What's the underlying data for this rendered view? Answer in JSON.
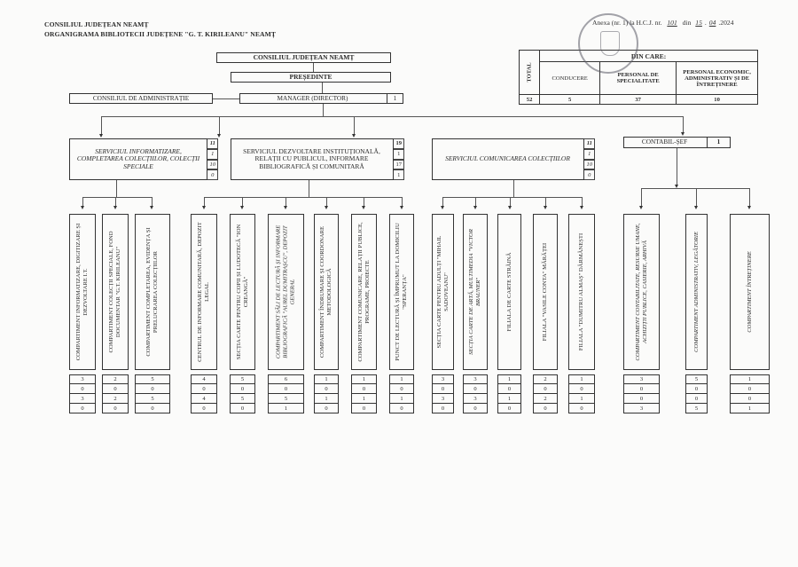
{
  "header": {
    "line1": "CONSILIUL JUDEȚEAN NEAMȚ",
    "line2": "ORGANIGRAMA BIBLIOTECII JUDEȚENE \"G. T. KIRILEANU\" NEAMȚ"
  },
  "annex": {
    "prefix": "Anexa (nr. 1) la H.C.J. nr.",
    "hcj_number": "101",
    "din_label": "din",
    "day": "15",
    "month": "04",
    "year": "2024"
  },
  "stamp": {
    "text": "ROMÂNIA · CONSILIUL JUDEȚEAN NEAMȚ"
  },
  "summary_table": {
    "total_label": "TOTAL",
    "din_care_label": "DIN CARE:",
    "columns": [
      "CONDUCERE",
      "PERSONAL DE SPECIALITATE",
      "PERSONAL ECONOMIC, ADMINISTRATIV ȘI DE ÎNTREȚINERE"
    ],
    "total": "52",
    "values": [
      "5",
      "37",
      "10"
    ]
  },
  "top": {
    "council": "CONSILIUL JUDEȚEAN NEAMȚ",
    "president": "PREȘEDINTE",
    "admin_board": "CONSILIUL DE ADMINISTRAȚIE",
    "manager": "MANAGER (DIRECTOR)",
    "manager_count": "1"
  },
  "services": [
    {
      "name": "SERVICIUL INFORMATIZARE, COMPLETAREA COLECȚIILOR, COLECȚII SPECIALE",
      "counts": [
        "11",
        "1",
        "10",
        "0"
      ]
    },
    {
      "name": "SERVICIUL DEZVOLTARE INSTITUȚIONALĂ, RELAȚII CU PUBLICUL, INFORMARE BIBLIOGRAFICĂ ȘI COMUNITARĂ",
      "counts": [
        "19",
        "1",
        "17",
        "1"
      ]
    },
    {
      "name": "SERVICIUL COMUNICAREA COLECȚIILOR",
      "counts": [
        "11",
        "1",
        "10",
        "0"
      ]
    },
    {
      "name": "CONTABIL-ȘEF",
      "counts": [
        "1"
      ]
    }
  ],
  "compartments": [
    {
      "name": "COMPARTIMENT INFORMATIZARE, DIGITIZARE ȘI DEZVOLTARE I.T.",
      "counts": [
        "3",
        "0",
        "3",
        "0"
      ]
    },
    {
      "name": "COMPARTIMENT COLECȚII SPECIALE, FOND DOCUMENTAR \"G.T. KIRILEANU\"",
      "counts": [
        "2",
        "0",
        "2",
        "0"
      ]
    },
    {
      "name": "COMPARTIMENT COMPLETAREA, EVIDENȚA ȘI PRELUCRAREA COLECȚIILOR",
      "counts": [
        "5",
        "0",
        "5",
        "0"
      ]
    },
    {
      "name": "CENTRUL DE INFORMARE COMUNITARĂ, DEPOZIT LEGAL",
      "counts": [
        "4",
        "0",
        "4",
        "0"
      ]
    },
    {
      "name": "SECȚIA CARTE PENTRU COPII ȘI LUDOTECĂ \"ION CREANGĂ\"",
      "counts": [
        "5",
        "0",
        "5",
        "0"
      ]
    },
    {
      "name": "COMPARTIMENT SĂLI DE LECTURĂ ȘI INFORMARE BIBLIOGRAFICĂ \"AUREL DUMITRAȘCU\", DEPOZIT GENERAL",
      "counts": [
        "6",
        "0",
        "5",
        "1"
      ]
    },
    {
      "name": "COMPARTIMENT ÎNDRUMARE ȘI COORDONARE METODOLOGICĂ",
      "counts": [
        "1",
        "0",
        "1",
        "0"
      ]
    },
    {
      "name": "COMPARTIMENT COMUNICARE, RELAȚII PUBLICE, PROGRAME, PROIECTE",
      "counts": [
        "1",
        "0",
        "1",
        "0"
      ]
    },
    {
      "name": "PUNCT DE LECTURĂ ȘI ÎMPRUMUT LA DOMICILIU \"SPERANȚA\"",
      "counts": [
        "1",
        "0",
        "1",
        "0"
      ]
    },
    {
      "name": "SECȚIA CARTE PENTRU ADULȚI \"MIHAIL SADOVEANU\"",
      "counts": [
        "3",
        "0",
        "3",
        "0"
      ]
    },
    {
      "name": "SECȚIA CARTE DE ARTĂ, MULTIMEDIA \"VICTOR BRAUNER\"",
      "counts": [
        "3",
        "0",
        "3",
        "0"
      ]
    },
    {
      "name": "FILIALA DE CARTE STRĂINĂ",
      "counts": [
        "1",
        "0",
        "1",
        "0"
      ]
    },
    {
      "name": "FILIALA \"VASILE CONTA\" MĂRĂȚEI",
      "counts": [
        "2",
        "0",
        "2",
        "0"
      ]
    },
    {
      "name": "FILIALA \"DUMITRU ALMAȘ\" DĂRMĂNEȘTI",
      "counts": [
        "1",
        "0",
        "1",
        "0"
      ]
    },
    {
      "name": "COMPARTIMENT CONTABILITATE, RESURSE UMANE, ACHIZIȚII PUBLICE, CASIERIE, ARHIVĂ",
      "counts": [
        "3",
        "0",
        "0",
        "3"
      ]
    },
    {
      "name": "COMPARTIMENT ADMINISTRATIV, LEGĂTORIE",
      "counts": [
        "5",
        "0",
        "0",
        "5"
      ]
    },
    {
      "name": "COMPARTIMENT ÎNTREȚINERE",
      "counts": [
        "1",
        "0",
        "0",
        "1"
      ]
    }
  ]
}
